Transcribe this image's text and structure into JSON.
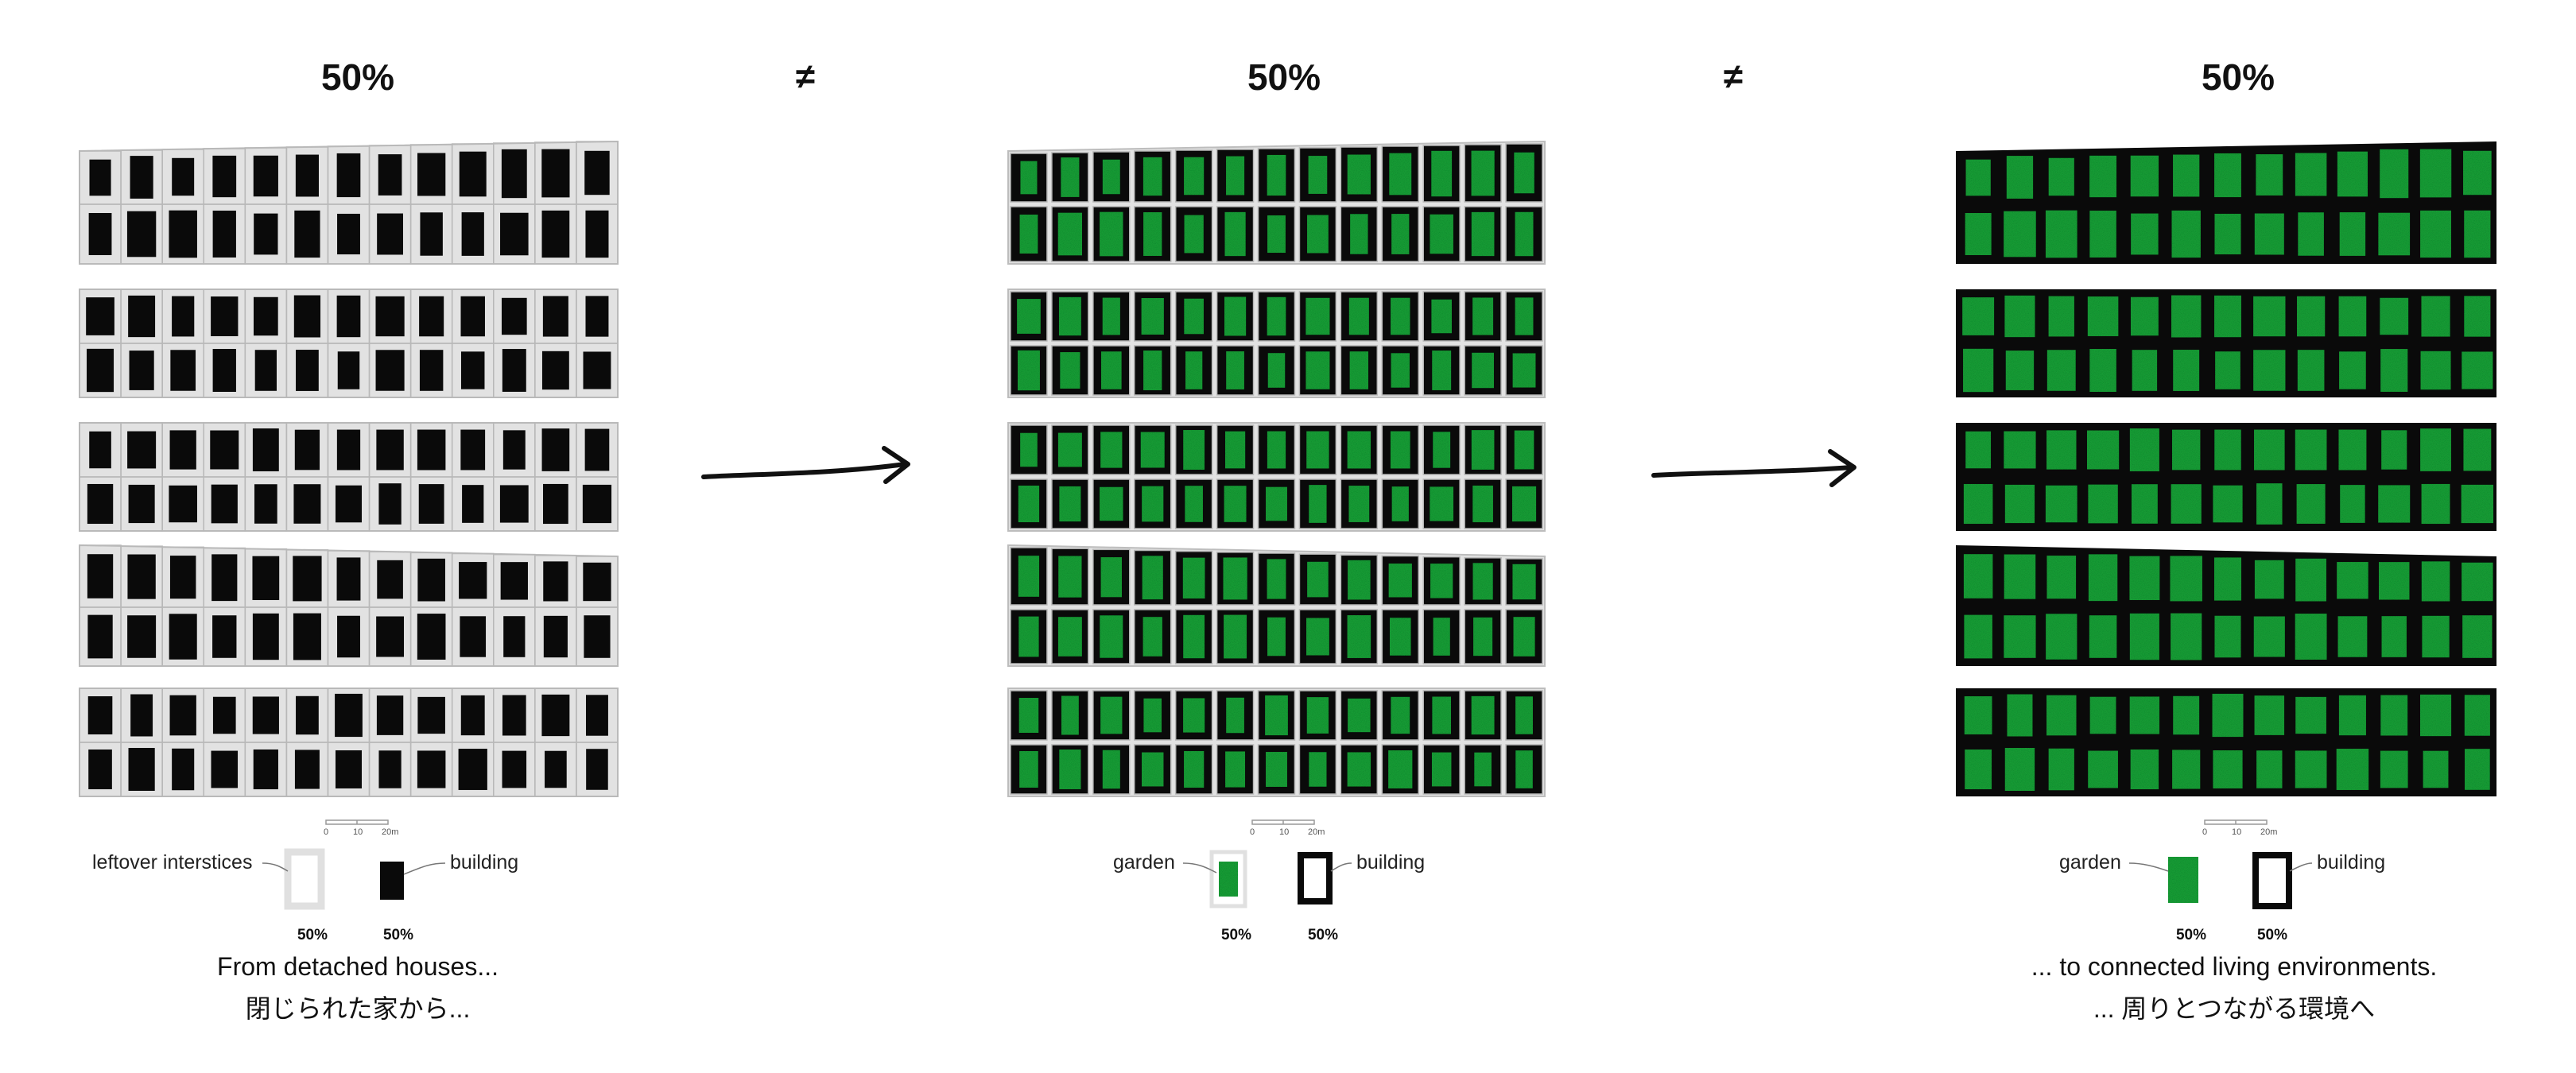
{
  "panels": [
    {
      "title": "50%",
      "legend": {
        "left_label": "leftover interstices",
        "right_label": "building",
        "left_pct": "50%",
        "right_pct": "50%"
      },
      "scale": [
        "0",
        "10",
        "20m"
      ],
      "caption_en": "From detached houses...",
      "caption_ja": "閉じられた家から..."
    },
    {
      "title": "50%",
      "legend": {
        "left_label": "garden",
        "right_label": "building",
        "left_pct": "50%",
        "right_pct": "50%"
      },
      "scale": [
        "0",
        "10",
        "20m"
      ]
    },
    {
      "title": "50%",
      "legend": {
        "left_label": "garden",
        "right_label": "building",
        "left_pct": "50%",
        "right_pct": "50%"
      },
      "scale": [
        "0",
        "10",
        "20m"
      ],
      "caption_en": "... to connected living environments.",
      "caption_ja": "... 周りとつながる環境へ"
    }
  ],
  "separators": [
    "≠",
    "≠"
  ],
  "colors": {
    "building": "#0a0a0a",
    "interstice": "#e2e2e2",
    "garden": "#1fae3c",
    "arrow": "#111111"
  },
  "grid": {
    "bands": 5,
    "rows_per_band": 2,
    "cols_per_row": 13
  }
}
